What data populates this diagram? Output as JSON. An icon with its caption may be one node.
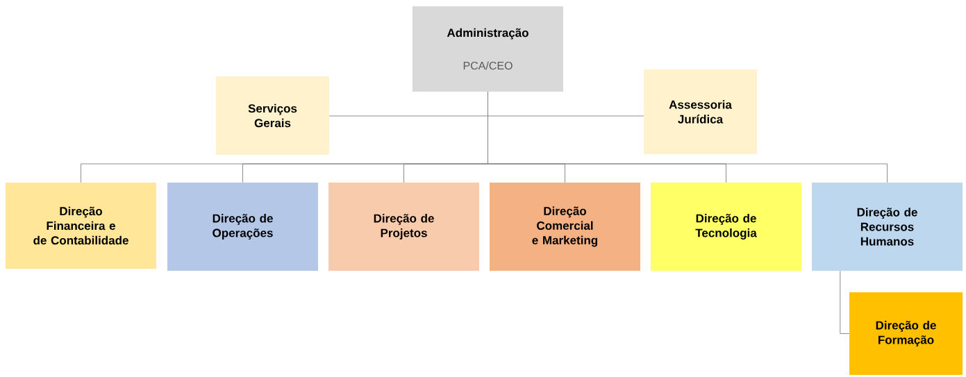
{
  "diagram": {
    "nodes": [
      {
        "text": [
          "Administração",
          "PCA/CEO"
        ]
      },
      {
        "text": [
          "Serviços Gerais"
        ]
      },
      {
        "text": [
          "Assessoria Jurídica"
        ]
      },
      {
        "text": [
          "Direção Financeira e de Contabilidade"
        ]
      },
      {
        "text": [
          "Direção de Operações"
        ]
      },
      {
        "text": [
          "Direção de Projetos"
        ]
      },
      {
        "text": [
          "Direção Comercial e Marketing"
        ]
      },
      {
        "text": [
          "Direção de Tecnologia"
        ]
      },
      {
        "text": [
          "Direção de Recursos Humanos"
        ]
      },
      {
        "text": [
          "Direção de Formação"
        ]
      }
    ],
    "edges": [
      {
        "from": 0,
        "to": 1,
        "arrow": "none"
      },
      {
        "from": 0,
        "to": 2,
        "arrow": "none"
      },
      {
        "from": 0,
        "to": 3,
        "arrow": "none"
      },
      {
        "from": 0,
        "to": 4,
        "arrow": "none"
      },
      {
        "from": 0,
        "to": 5,
        "arrow": "none"
      },
      {
        "from": 0,
        "to": 6,
        "arrow": "none"
      },
      {
        "from": 0,
        "to": 7,
        "arrow": "none"
      },
      {
        "from": 0,
        "to": 8,
        "arrow": "none"
      },
      {
        "from": 8,
        "to": 9,
        "arrow": "none"
      }
    ]
  }
}
